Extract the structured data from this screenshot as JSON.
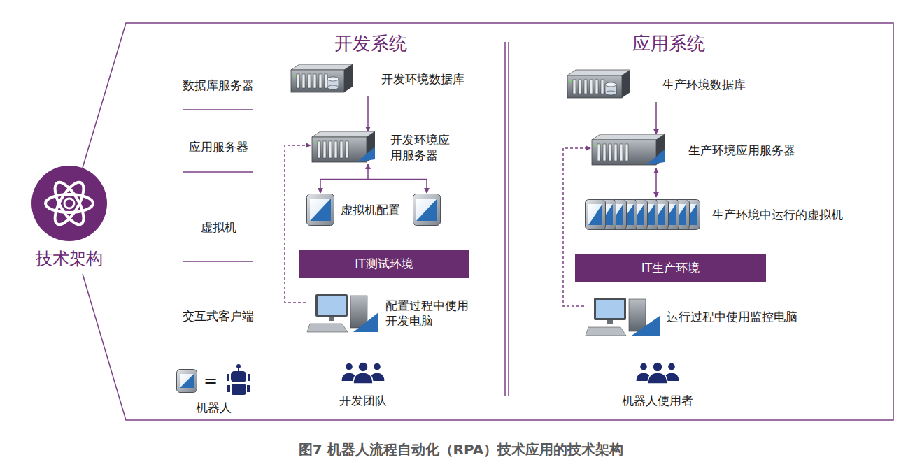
{
  "diagram": {
    "caption": "图7 机器人流程自动化（RPA）技术应用的技术架构",
    "nodes": [
      {
        "text": [
          "技术架构"
        ]
      },
      {
        "text": [
          "开发环境数据库"
        ]
      },
      {
        "text": [
          "开发环境应 用服务器"
        ]
      },
      {
        "text": [
          "虚拟机配置"
        ]
      },
      {
        "text": [
          "IT测试环境"
        ]
      },
      {
        "text": [
          "配置过程中使用 开发电脑"
        ]
      },
      {
        "text": [
          "生产环境数据库"
        ]
      },
      {
        "text": [
          "生产环境应用服务器"
        ]
      },
      {
        "text": [
          "生产环境中运行的虚拟机"
        ]
      },
      {
        "text": [
          "IT生产环境"
        ]
      },
      {
        "text": [
          "运行过程中使用监控电脑"
        ]
      }
    ],
    "edges": [
      {
        "from": 1,
        "to": 2,
        "arrow": "to"
      },
      {
        "from": 2,
        "to": 3,
        "arrow": "both"
      },
      {
        "from": 5,
        "to": 2,
        "arrow": "to"
      },
      {
        "from": 6,
        "to": 7,
        "arrow": "to"
      },
      {
        "from": 7,
        "to": 8,
        "arrow": "both"
      },
      {
        "from": 10,
        "to": 7,
        "arrow": "to"
      }
    ],
    "labels": [
      "开发系统",
      "应用系统",
      "数据库服务器",
      "应用服务器",
      "虚拟机",
      "交互式客户端",
      "=",
      "机器人",
      "开发团队",
      "机器人使用者"
    ]
  }
}
